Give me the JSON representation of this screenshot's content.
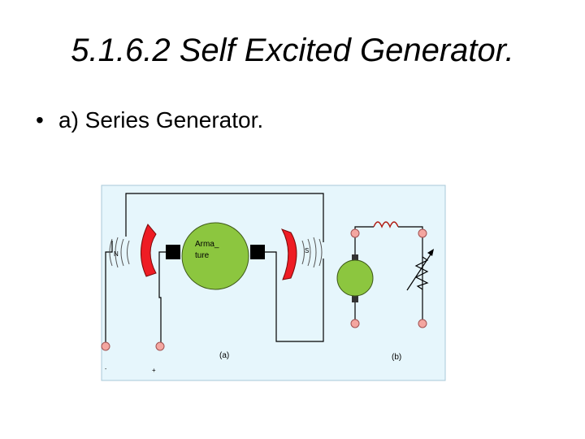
{
  "slide": {
    "title": "5.1.6.2 Self Excited Generator.",
    "bullet_symbol": "•",
    "bullet_text": "a) Series Generator."
  },
  "diagram": {
    "armature_label_line1": "Arma_",
    "armature_label_line2": "ture",
    "north_pole_label": "N",
    "south_pole_label": "S",
    "caption_a": "(a)",
    "caption_b": "(b)",
    "terminal_left_mark": "-",
    "terminal_right_mark": "+",
    "colors": {
      "panel": "#e6f6fc",
      "panel_border": "#a8c8d8",
      "armature": "#8cc63f",
      "pole": "#ee1c24",
      "brush": "#000000",
      "terminal": "#f4a6a0",
      "wire": "#000000",
      "coil": "#b01a10"
    }
  }
}
